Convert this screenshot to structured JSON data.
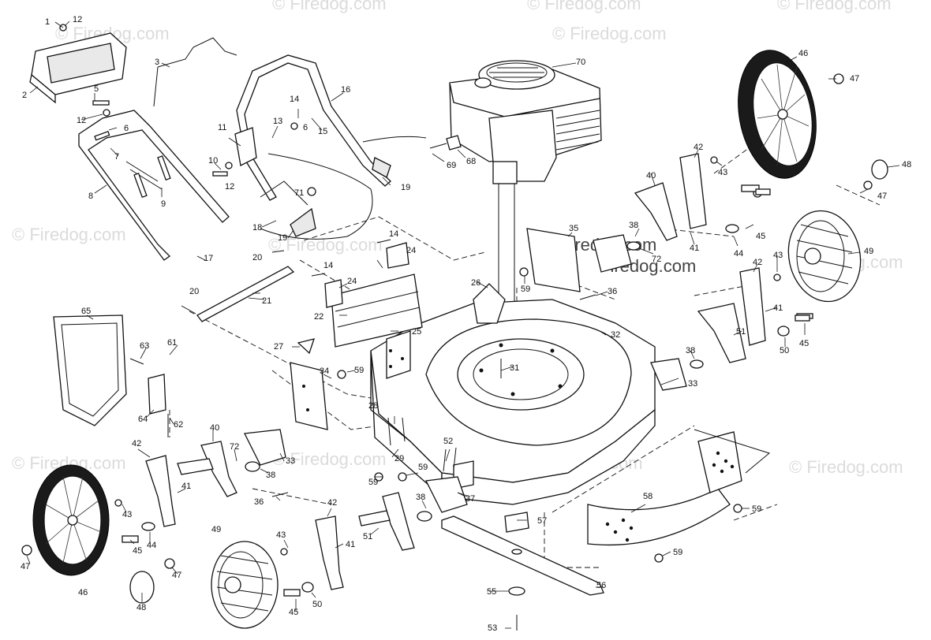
{
  "watermark": "© Firedog.com",
  "watermark_center": "Firedog.com",
  "parts": {
    "p1": "1",
    "p2": "2",
    "p3": "3",
    "p5": "5",
    "p6a": "6",
    "p6b": "6",
    "p7": "7",
    "p8": "8",
    "p9": "9",
    "p10": "10",
    "p11": "11",
    "p12a": "12",
    "p12b": "12",
    "p12c": "12",
    "p13": "13",
    "p14a": "14",
    "p14b": "14",
    "p14c": "14",
    "p15": "15",
    "p16": "16",
    "p17": "17",
    "p18": "18",
    "p19a": "19",
    "p19b": "19",
    "p20a": "20",
    "p20b": "20",
    "p21": "21",
    "p22": "22",
    "p24a": "24",
    "p24b": "24",
    "p25": "25",
    "p26": "26",
    "p27": "27",
    "p28": "28",
    "p29": "29",
    "p31": "31",
    "p32": "32",
    "p33a": "33",
    "p33b": "33",
    "p34": "34",
    "p35": "35",
    "p36a": "36",
    "p36b": "36",
    "p37": "37",
    "p38a": "38",
    "p38b": "38",
    "p38c": "38",
    "p38d": "38",
    "p40a": "40",
    "p40b": "40",
    "p41a": "41",
    "p41b": "41",
    "p41c": "41",
    "p41d": "41",
    "p42a": "42",
    "p42b": "42",
    "p42c": "42",
    "p42d": "42",
    "p43a": "43",
    "p43b": "43",
    "p43c": "43",
    "p43d": "43",
    "p44a": "44",
    "p44b": "44",
    "p45a": "45",
    "p45b": "45",
    "p45c": "45",
    "p45d": "45",
    "p46a": "46",
    "p46b": "46",
    "p47a": "47",
    "p47b": "47",
    "p47c": "47",
    "p47d": "47",
    "p48a": "48",
    "p48b": "48",
    "p49a": "49",
    "p49b": "49",
    "p50a": "50",
    "p50b": "50",
    "p51a": "51",
    "p51b": "51",
    "p52": "52",
    "p53": "53",
    "p55": "55",
    "p56": "56",
    "p57": "57",
    "p58": "58",
    "p59a": "59",
    "p59b": "59",
    "p59c": "59",
    "p59d": "59",
    "p59e": "59",
    "p59f": "59",
    "p61": "61",
    "p62": "62",
    "p63": "63",
    "p64": "64",
    "p65": "65",
    "p68": "68",
    "p69": "69",
    "p70": "70",
    "p71": "71",
    "p72a": "72",
    "p72b": "72"
  },
  "colors": {
    "line": "#111111",
    "tire": "#1a1a1a",
    "watermark": "#cfcfcf"
  }
}
